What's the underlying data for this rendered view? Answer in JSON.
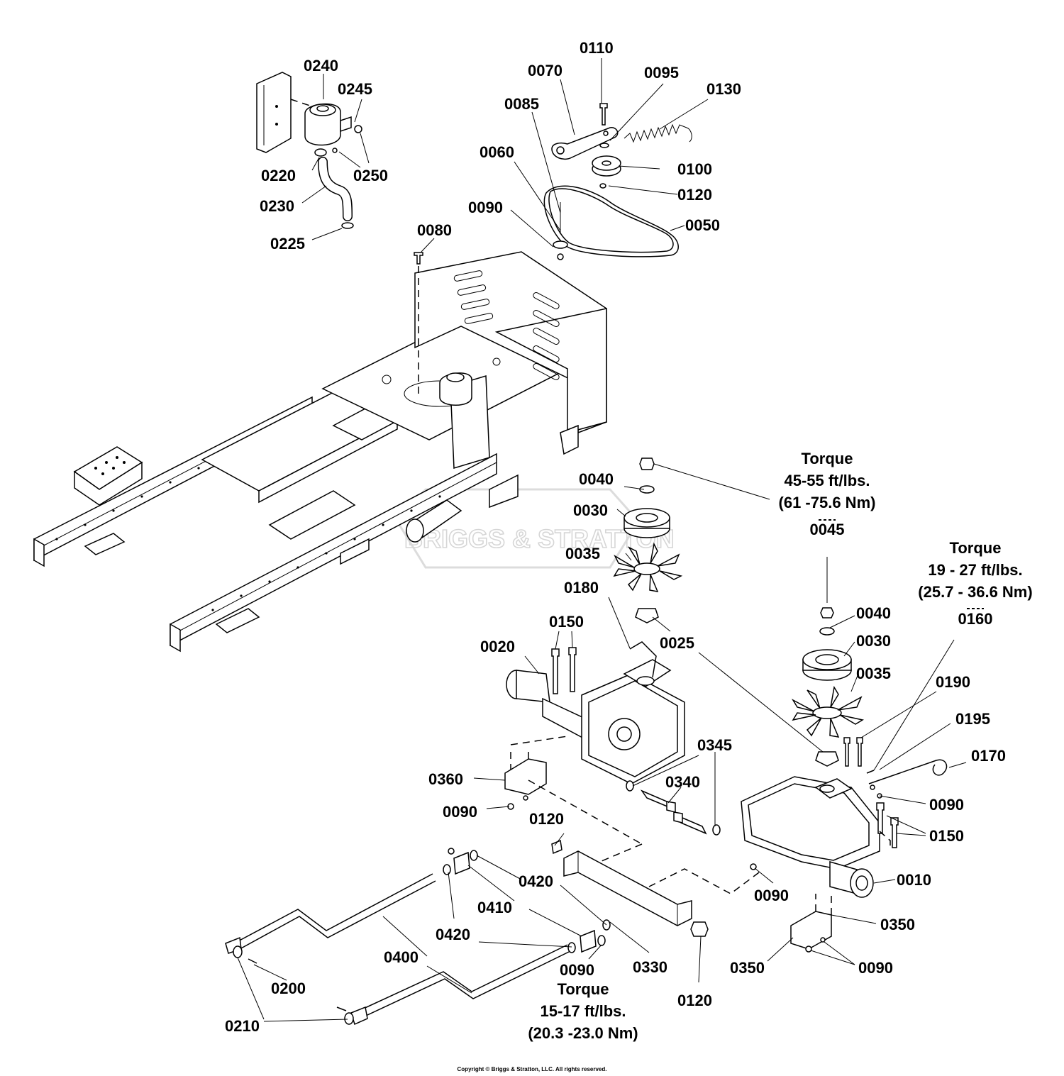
{
  "watermark": "BRIGGS & STRATTON",
  "copyright": "Copyright © Briggs & Stratton, LLC. All rights reserved.",
  "callouts": {
    "p0240": "0240",
    "p0245": "0245",
    "p0220": "0220",
    "p0250": "0250",
    "p0230": "0230",
    "p0225": "0225",
    "p0080": "0080",
    "p0110": "0110",
    "p0070": "0070",
    "p0095": "0095",
    "p0130": "0130",
    "p0085": "0085",
    "p0060": "0060",
    "p0100": "0100",
    "p0120_top": "0120",
    "p0090_top": "0090",
    "p0050": "0050",
    "p0040_a": "0040",
    "p0030_a": "0030",
    "p0035_a": "0035",
    "p0180": "0180",
    "p0025": "0025",
    "p0150_a": "0150",
    "p0020": "0020",
    "p0360": "0360",
    "p0090_a": "0090",
    "p0345": "0345",
    "p0340": "0340",
    "p0040_b": "0040",
    "p0030_b": "0030",
    "p0035_b": "0035",
    "p0190": "0190",
    "p0195": "0195",
    "p0170": "0170",
    "p0090_b": "0090",
    "p0150_b": "0150",
    "p0010": "0010",
    "p0090_c": "0090",
    "p0350_a": "0350",
    "p0350_b": "0350",
    "p0090_d": "0090",
    "p0120_a": "0120",
    "p0420_a": "0420",
    "p0410": "0410",
    "p0420_b": "0420",
    "p0400": "0400",
    "p0200": "0200",
    "p0210": "0210",
    "p0090_e": "0090",
    "p0330": "0330",
    "p0120_b": "0120"
  },
  "torque_notes": {
    "t1": {
      "title": "Torque",
      "spec": "45-55 ft/lbs.",
      "metric": "(61 -75.6 Nm)",
      "part": "0045"
    },
    "t2": {
      "title": "Torque",
      "spec": "19 - 27 ft/lbs.",
      "metric": "(25.7 - 36.6 Nm)",
      "part": "0160"
    },
    "t3": {
      "title": "Torque",
      "spec": "15-17 ft/lbs.",
      "metric": "(20.3 -23.0 Nm)"
    }
  }
}
